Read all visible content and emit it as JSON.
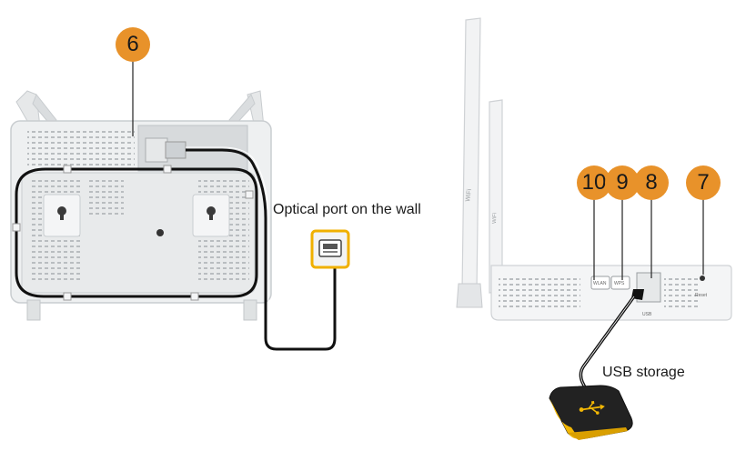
{
  "labels": {
    "optical_port": "Optical port on the wall",
    "usb_storage": "USB storage"
  },
  "badges": [
    "6",
    "10",
    "9",
    "8",
    "7"
  ],
  "device_text": {
    "wifi": "WiFi",
    "wlan": "WLAN",
    "wps": "WPS",
    "reset": "Reset",
    "usb": "USB"
  },
  "colors": {
    "badge": "#e8922a",
    "usb_accent": "#f2b705",
    "port_outline": "#f0b000",
    "cable": "#111111"
  },
  "icons": {
    "optical_port": "optical-port-icon",
    "usb": "usb-icon"
  }
}
